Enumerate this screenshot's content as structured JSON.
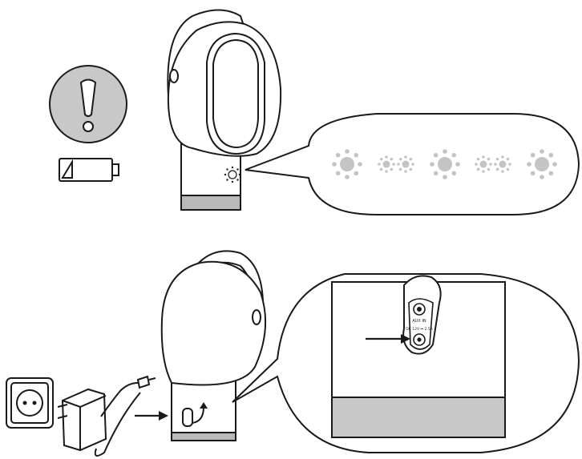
{
  "colors": {
    "ink": "#1a1a1a",
    "warning_circle": "#c8c8c8",
    "band": "#b9b9b9",
    "led_glow": "#c4c4c4",
    "background": "#ffffff"
  },
  "labels": {
    "aux_in": "AUX IN",
    "dc_in": "DC 12V ⎓ 2.5A"
  },
  "icons": {
    "warning": "exclamation-icon",
    "battery": "battery-low-icon",
    "arrow": "arrow-right-icon",
    "rotate": "rotate-arrow-icon"
  },
  "led_sequence": [
    "large",
    "small-pair",
    "large",
    "small-pair",
    "large"
  ]
}
